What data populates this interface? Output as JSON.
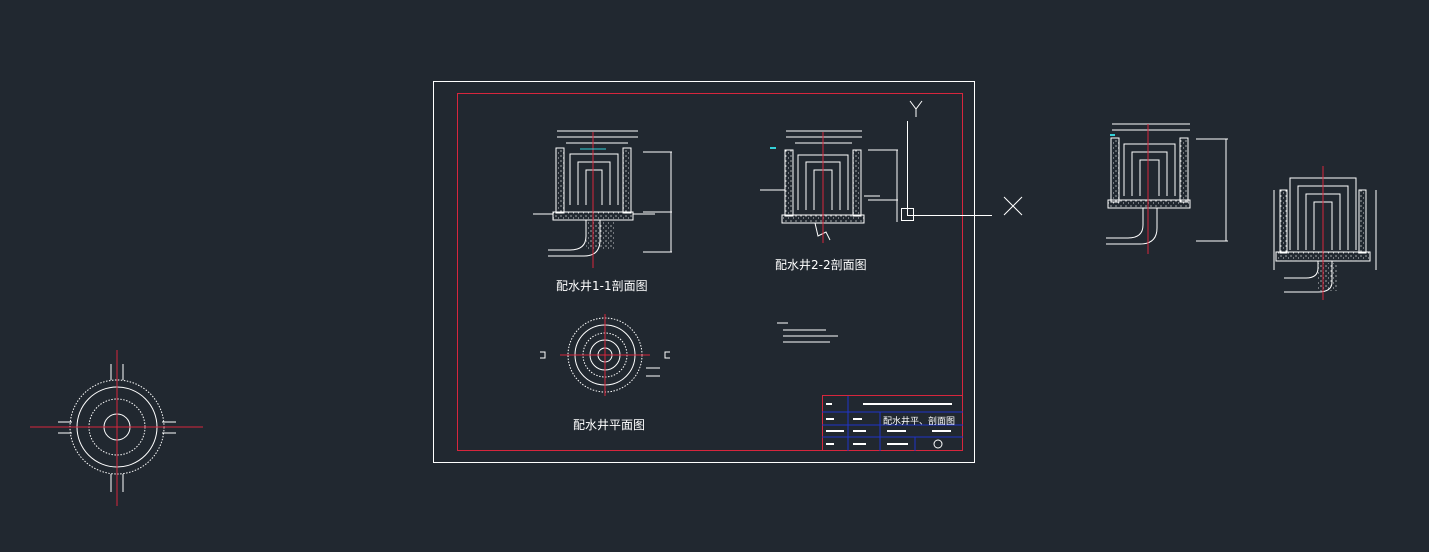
{
  "colors": {
    "background": "#212830",
    "linework": "#ffffff",
    "frame_border": "#d7263d",
    "titleblock_grid": "#2034c9",
    "accent_cyan": "#34d1d8"
  },
  "drawing_titles": {
    "section_1_1": "配水井1-1剖面图",
    "section_2_2": "配水井2-2剖面图",
    "plan": "配水井平面图"
  },
  "titleblock": {
    "drawing_name": "配水井平、剖面图"
  },
  "ucs_icon": {
    "x_label": "X",
    "y_label": "Y"
  }
}
